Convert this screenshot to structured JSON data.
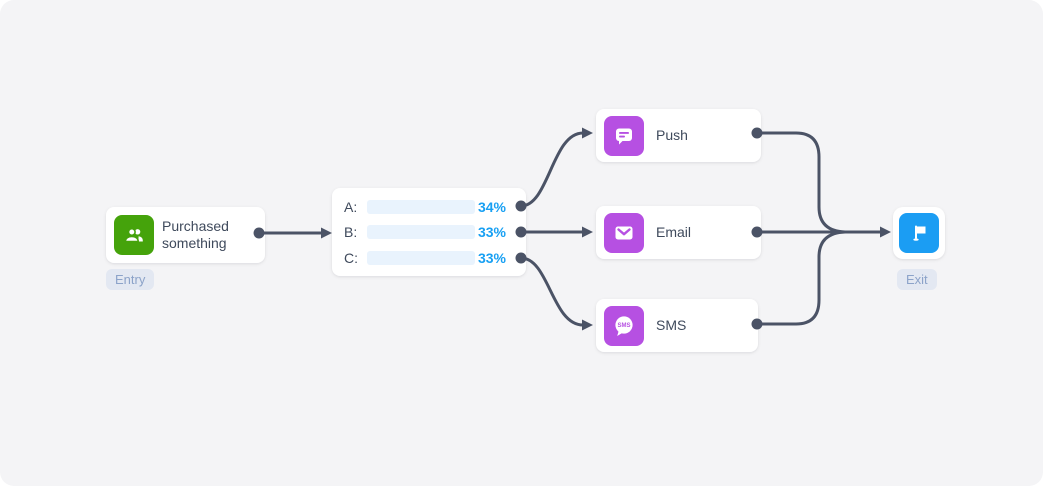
{
  "diagram": {
    "entry_node": {
      "title": "Purchased something",
      "badge": "Entry"
    },
    "split_node": {
      "variants": [
        {
          "label": "A:",
          "percent": "34%"
        },
        {
          "label": "B:",
          "percent": "33%"
        },
        {
          "label": "C:",
          "percent": "33%"
        }
      ]
    },
    "channel_nodes": [
      {
        "label": "Push"
      },
      {
        "label": "Email"
      },
      {
        "label": "SMS",
        "icon_text": "SMS"
      }
    ],
    "exit_node": {
      "badge": "Exit"
    }
  },
  "colors": {
    "canvas_bg": "#f4f4f6",
    "card_bg": "#ffffff",
    "entry_icon_green": "#45a30b",
    "channel_icon_purple": "#b650e2",
    "exit_icon_blue": "#1b9df3",
    "bar_fill": "#18a0f3",
    "bar_track": "#e9f3fd",
    "percent_text": "#18a0f3",
    "connector_line": "#4b5366",
    "badge_bg": "#e3e8f2",
    "badge_text": "#8ca3c9",
    "node_text": "#3f4a5c"
  }
}
